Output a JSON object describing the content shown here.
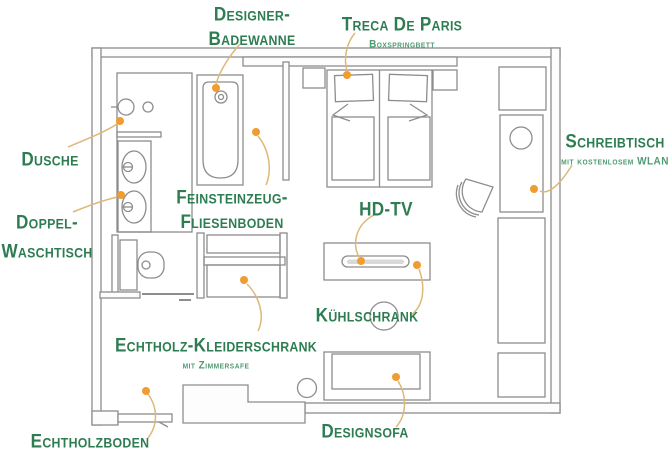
{
  "diagram_type": "hotel-room-floor-plan",
  "colors": {
    "label_green": "#2e7d52",
    "subtitle_green": "#4f9b72",
    "marker_orange": "#f09c2e",
    "leader_tan": "#ddb878",
    "plan_line_gray": "#8d8d8d"
  },
  "annotations": {
    "designer_badewanne": {
      "line1": "Designer-",
      "line2": "Badewanne"
    },
    "treca_de_paris": {
      "title": "Treca De Paris",
      "subtitle": "Boxspringbett"
    },
    "dusche": {
      "title": "Dusche"
    },
    "doppel_waschtisch": {
      "line1": "Doppel-",
      "line2": "Waschtisch"
    },
    "fliesenboden": {
      "line1": "Feinsteinzeug-",
      "line2": "Fliesenboden"
    },
    "hd_tv": {
      "title": "HD-TV"
    },
    "schreibtisch": {
      "title": "Schreibtisch",
      "subtitle": "mit kostenlosem WLAN"
    },
    "kuehlschrank": {
      "title": "Kühlschrank"
    },
    "kleiderschrank": {
      "title": "Echtholz-Kleiderschrank",
      "subtitle": "mit Zimmersafe"
    },
    "designsofa": {
      "title": "Designsofa"
    },
    "echtholzboden": {
      "title": "Echtholzboden"
    }
  }
}
